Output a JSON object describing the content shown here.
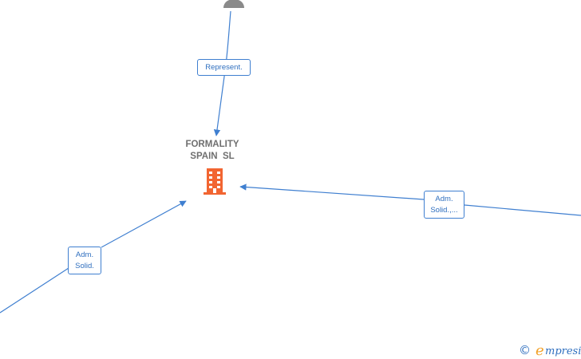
{
  "company": {
    "name_line1": "FORMALITY",
    "name_line2": "SPAIN  SL",
    "icon": "building-icon"
  },
  "edges": [
    {
      "id": "top",
      "label_lines": [
        "Represent."
      ]
    },
    {
      "id": "right",
      "label_lines": [
        "Adm.",
        "Solid.,..."
      ]
    },
    {
      "id": "left",
      "label_lines": [
        "Adm.",
        "Solid."
      ]
    }
  ],
  "colors": {
    "edge": "#3f7fd0",
    "company_icon": "#f26531",
    "person_icon": "#8a8a8a",
    "company_text": "#6f6f6f"
  },
  "footer": {
    "copyright_symbol": "©",
    "brand_text": "mpresia",
    "brand_initial": "e"
  }
}
